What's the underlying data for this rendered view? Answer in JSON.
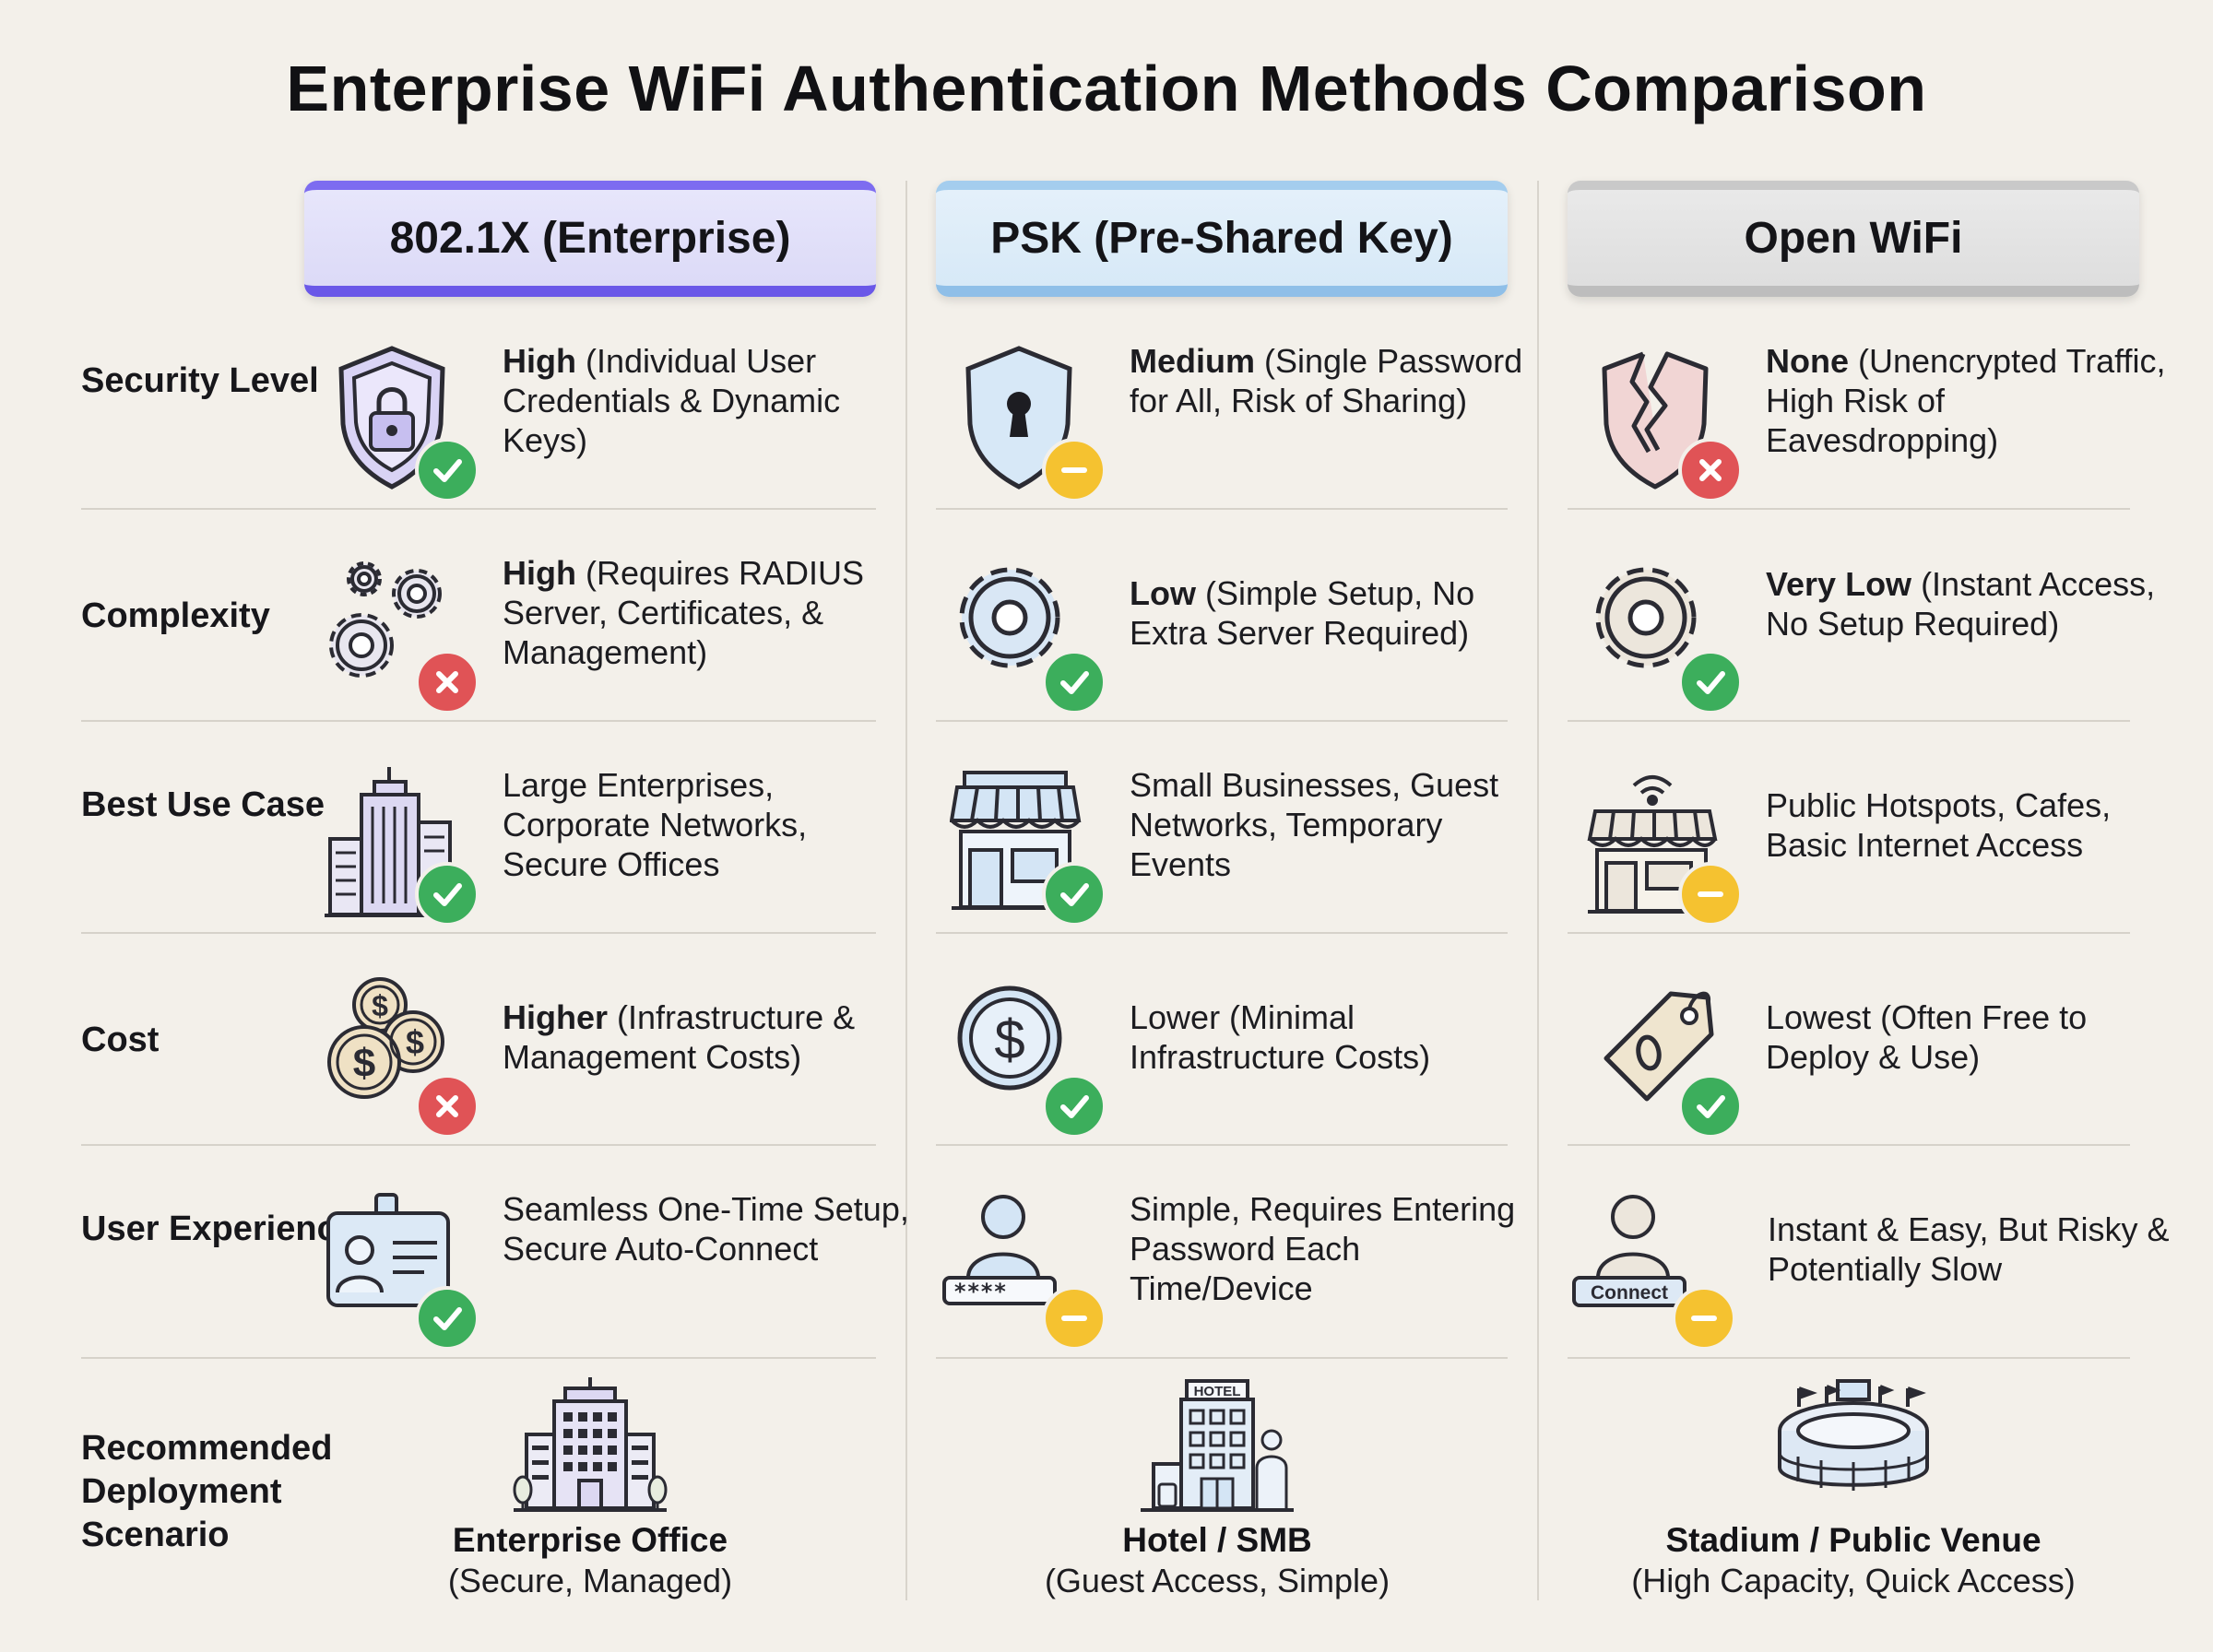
{
  "title": "Enterprise WiFi Authentication Methods Comparison",
  "columns": [
    "802.1X (Enterprise)",
    "PSK (Pre-Shared Key)",
    "Open WiFi"
  ],
  "colors": {
    "enterprise_accent": "#6a58e8",
    "psk_accent": "#8fbfe8",
    "open_accent": "#bdbdbd",
    "check": "#3cae5c",
    "cross": "#e05356",
    "neutral": "#f5c230"
  },
  "rows": [
    {
      "label": "Security Level",
      "cells": [
        {
          "icon": "shield-lock-icon",
          "badge": "check",
          "bold": "High",
          "text": " (Individual User Credentials & Dynamic Keys)"
        },
        {
          "icon": "shield-keyhole-icon",
          "badge": "minus",
          "bold": "Medium",
          "text": " (Single Password for All, Risk of Sharing)"
        },
        {
          "icon": "broken-shield-icon",
          "badge": "x",
          "bold": "None",
          "text": " (Unencrypted Traffic, High Risk of Eavesdropping)"
        }
      ]
    },
    {
      "label": "Complexity",
      "cells": [
        {
          "icon": "multi-gear-icon",
          "badge": "x",
          "bold": "High",
          "text": " (Requires RADIUS Server, Certificates, & Management)"
        },
        {
          "icon": "gear-icon",
          "badge": "check",
          "bold": "Low",
          "text": " (Simple Setup, No Extra Server Required)"
        },
        {
          "icon": "gear-icon",
          "badge": "check",
          "bold": "Very Low",
          "text": " (Instant Access, No Setup Required)"
        }
      ]
    },
    {
      "label": "Best Use Case",
      "cells": [
        {
          "icon": "office-building-icon",
          "badge": "check",
          "bold": "",
          "text": "Large Enterprises, Corporate Networks, Secure Offices"
        },
        {
          "icon": "storefront-icon",
          "badge": "check",
          "bold": "",
          "text": "Small Businesses, Guest Networks, Temporary Events"
        },
        {
          "icon": "wifi-storefront-icon",
          "badge": "minus",
          "bold": "",
          "text": "Public Hotspots, Cafes, Basic Internet Access"
        }
      ]
    },
    {
      "label": "Cost",
      "cells": [
        {
          "icon": "coins-stack-icon",
          "badge": "x",
          "bold": "Higher",
          "text": " (Infrastructure & Management Costs)"
        },
        {
          "icon": "dollar-coin-icon",
          "badge": "check",
          "bold": "",
          "text": "Lower (Minimal Infrastructure Costs)"
        },
        {
          "icon": "price-tag-zero-icon",
          "badge": "check",
          "bold": "",
          "text": "Lowest (Often Free to Deploy & Use)"
        }
      ]
    },
    {
      "label": "User Experience",
      "cells": [
        {
          "icon": "id-badge-icon",
          "badge": "check",
          "bold": "",
          "text": "Seamless One-Time Setup, Secure Auto-Connect"
        },
        {
          "icon": "user-password-icon",
          "badge": "minus",
          "bold": "",
          "text": "Simple, Requires Entering Password Each Time/Device",
          "field": "****"
        },
        {
          "icon": "user-connect-icon",
          "badge": "minus",
          "bold": "",
          "text": "Instant & Easy, But Risky & Potentially Slow",
          "field": "Connect"
        }
      ]
    }
  ],
  "deployment": {
    "label": "Recommended Deployment Scenario",
    "items": [
      {
        "icon": "enterprise-office-icon",
        "name": "Enterprise Office",
        "desc": "(Secure, Managed)"
      },
      {
        "icon": "hotel-icon",
        "name": "Hotel / SMB",
        "desc": "(Guest Access, Simple)",
        "sign": "HOTEL"
      },
      {
        "icon": "stadium-icon",
        "name": "Stadium / Public Venue",
        "desc": "(High Capacity, Quick Access)"
      }
    ]
  }
}
